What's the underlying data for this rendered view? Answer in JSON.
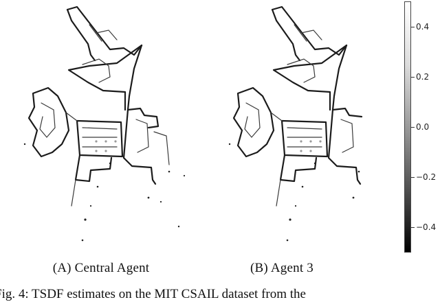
{
  "panels": [
    {
      "caption": "(A) Central Agent"
    },
    {
      "caption": "(B) Agent 3"
    }
  ],
  "colorbar": {
    "ticks": [
      "0.4",
      "0.2",
      "0.0",
      "−0.2",
      "−0.4"
    ],
    "values": [
      0.4,
      0.2,
      0.0,
      -0.2,
      -0.4
    ],
    "range": [
      -0.5,
      0.5
    ],
    "colormap": "grayscale"
  },
  "figure_caption": "Fig. 4: TSDF estimates on the MIT CSAIL dataset from the"
}
